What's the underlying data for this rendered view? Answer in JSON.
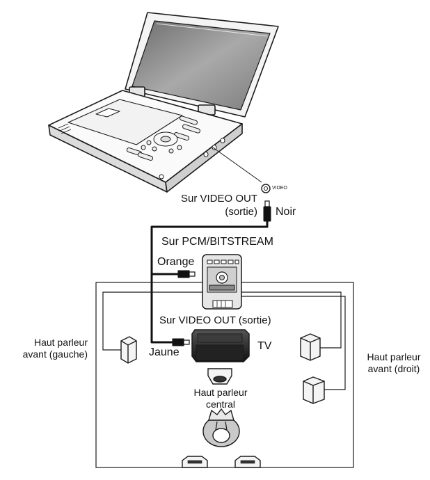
{
  "labels": {
    "video_jack": "VIDEO",
    "sur_video_out_player": "Sur VIDEO OUT\n(sortie)",
    "noir": "Noir",
    "sur_pcm": "Sur PCM/BITSTREAM",
    "orange": "Orange",
    "sur_video_out_tv": "Sur VIDEO OUT (sortie)",
    "jaune": "Jaune",
    "tv": "TV",
    "hp_avant_gauche": "Haut parleur\navant (gauche)",
    "hp_avant_droit": "Haut parleur\navant (droit)",
    "hp_central": "Haut parleur\ncentral"
  },
  "colors": {
    "line": "#1a1a1a",
    "cable": "#111111",
    "device_fill": "#d8d8d8",
    "screen_fill": "#8a8a8a",
    "tv_dark": "#2a2a2a",
    "speaker_fill": "#f2f2f2"
  }
}
